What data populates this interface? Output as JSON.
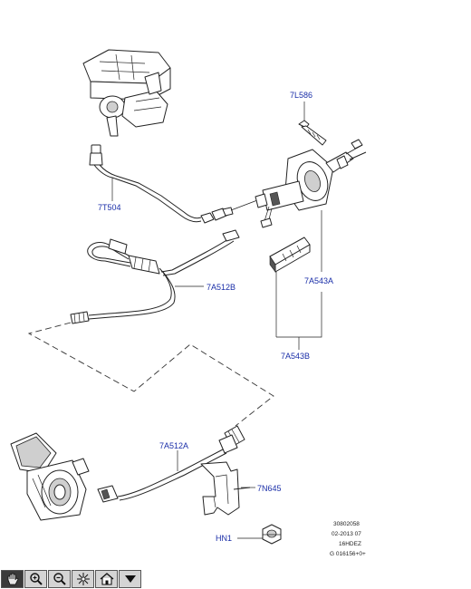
{
  "labels": {
    "p7L586": "7L586",
    "p7T504": "7T504",
    "p7A512B": "7A512B",
    "p7A543A": "7A543A",
    "p7A543B": "7A543B",
    "p7A512A": "7A512A",
    "p7N645": "7N645",
    "pHN1": "HN1"
  },
  "reference": {
    "line1": "30802058",
    "line2": "02-2013 07",
    "line3": "16HDEZ",
    "line4": "G 016156+0+"
  },
  "toolbar": {
    "buttons": [
      {
        "name": "pan",
        "icon": "hand-icon"
      },
      {
        "name": "zoom-in",
        "icon": "zoom-in-icon"
      },
      {
        "name": "zoom-out",
        "icon": "zoom-out-icon"
      },
      {
        "name": "highlight",
        "icon": "sparkle-icon"
      },
      {
        "name": "home",
        "icon": "home-icon"
      },
      {
        "name": "menu",
        "icon": "triangle-down-icon"
      }
    ]
  }
}
